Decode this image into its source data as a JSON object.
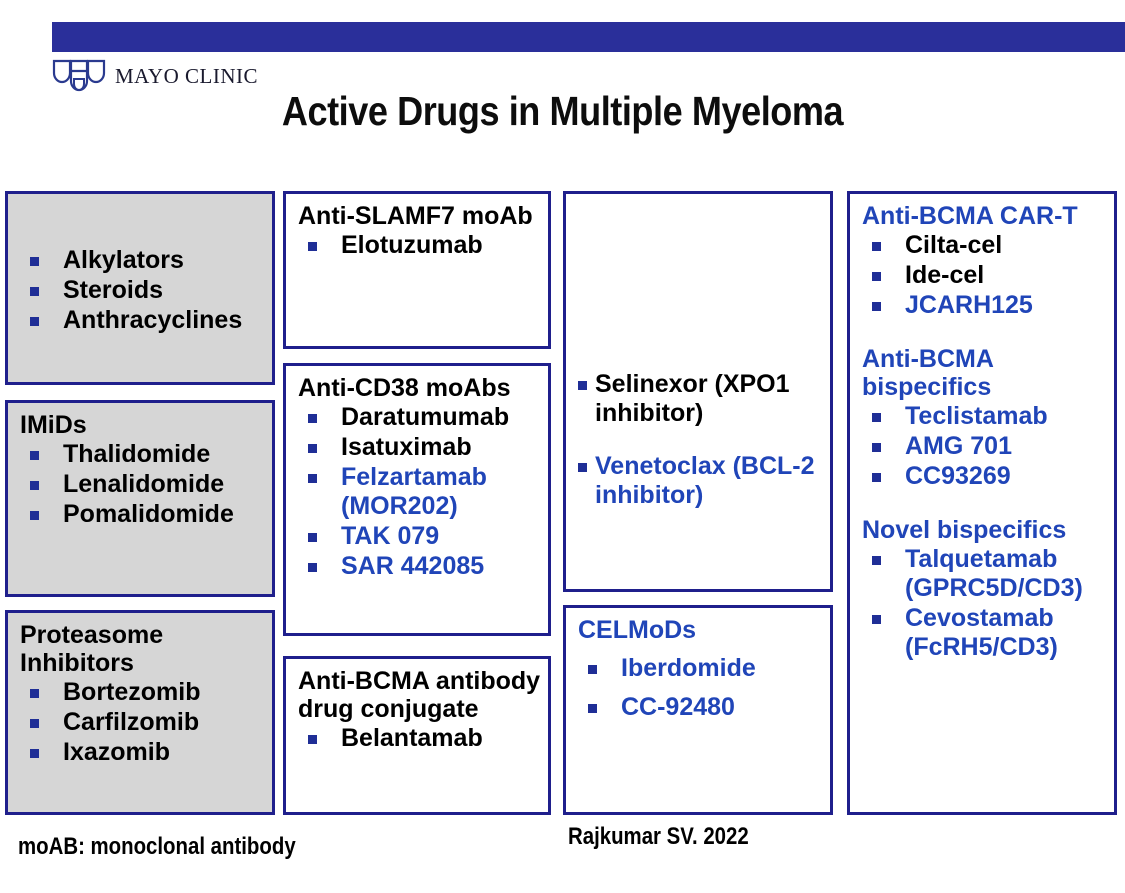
{
  "header": {
    "logo_text": "MAYO CLINIC",
    "title": "Active Drugs in Multiple Myeloma"
  },
  "footer": {
    "abbreviation_note": "moAB: monoclonal antibody",
    "citation": "Rajkumar SV. 2022"
  },
  "colors": {
    "top_bar": "#2A2F9A",
    "box_border": "#1F1F8C",
    "box_gray_fill": "#D6D6D6",
    "investigational_blue": "#2045B8",
    "approved_black": "#000000"
  },
  "columns": [
    {
      "name": "conventional-agents",
      "boxes": [
        {
          "name": "chemotherapy-classes",
          "filled": true,
          "header": "",
          "items": [
            {
              "label": "Alkylators",
              "blue": false
            },
            {
              "label": "Steroids",
              "blue": false
            },
            {
              "label": "Anthracyclines",
              "blue": false
            }
          ]
        },
        {
          "name": "imids",
          "filled": true,
          "header": "IMiDs",
          "header_blue": false,
          "items": [
            {
              "label": "Thalidomide",
              "blue": false
            },
            {
              "label": "Lenalidomide",
              "blue": false
            },
            {
              "label": "Pomalidomide",
              "blue": false
            }
          ]
        },
        {
          "name": "proteasome-inhibitors",
          "filled": true,
          "header": "Proteasome Inhibitors",
          "header_blue": false,
          "items": [
            {
              "label": "Bortezomib",
              "blue": false
            },
            {
              "label": "Carfilzomib",
              "blue": false
            },
            {
              "label": "Ixazomib",
              "blue": false
            }
          ]
        }
      ]
    },
    {
      "name": "monoclonal-antibodies",
      "boxes": [
        {
          "name": "anti-slamf7-moab",
          "filled": false,
          "header": "Anti-SLAMF7 moAb",
          "header_blue": false,
          "items": [
            {
              "label": "Elotuzumab",
              "blue": false
            }
          ]
        },
        {
          "name": "anti-cd38-moabs",
          "filled": false,
          "header": "Anti-CD38 moAbs",
          "header_blue": false,
          "items": [
            {
              "label": "Daratumumab",
              "blue": false
            },
            {
              "label": "Isatuximab",
              "blue": false
            },
            {
              "label": "Felzartamab (MOR202)",
              "blue": true
            },
            {
              "label": "TAK 079",
              "blue": true
            },
            {
              "label": "SAR 442085",
              "blue": true
            }
          ]
        },
        {
          "name": "anti-bcma-adc",
          "filled": false,
          "header": "Anti-BCMA antibody drug conjugate",
          "header_blue": false,
          "items": [
            {
              "label": "Belantamab",
              "blue": false
            }
          ]
        }
      ]
    },
    {
      "name": "small-molecules",
      "boxes": [
        {
          "name": "nuclear-export-and-bcl2",
          "filled": false,
          "header": "",
          "items": [
            {
              "label": "Selinexor (XPO1 inhibitor)",
              "blue": false,
              "tight": true
            },
            {
              "label": "Venetoclax (BCL-2 inhibitor)",
              "blue": true,
              "tight": true
            }
          ]
        },
        {
          "name": "celmods",
          "filled": false,
          "header": "CELMoDs",
          "header_blue": true,
          "items": [
            {
              "label": "Iberdomide",
              "blue": true
            },
            {
              "label": "CC-92480",
              "blue": true
            }
          ]
        }
      ]
    },
    {
      "name": "immunotherapy",
      "boxes": [
        {
          "name": "bcma-immunotherapies",
          "filled": false,
          "sections": [
            {
              "name": "anti-bcma-car-t",
              "header": "Anti-BCMA CAR-T",
              "header_blue": true,
              "items": [
                {
                  "label": "Cilta-cel",
                  "blue": false
                },
                {
                  "label": "Ide-cel",
                  "blue": false
                },
                {
                  "label": "JCARH125",
                  "blue": true
                }
              ]
            },
            {
              "name": "anti-bcma-bispecifics",
              "header": "Anti-BCMA bispecifics",
              "header_blue": true,
              "items": [
                {
                  "label": "Teclistamab",
                  "blue": true
                },
                {
                  "label": "AMG 701",
                  "blue": true
                },
                {
                  "label": "CC93269",
                  "blue": true
                }
              ]
            },
            {
              "name": "novel-bispecifics",
              "header": "Novel bispecifics",
              "header_blue": true,
              "items": [
                {
                  "label": "Talquetamab (GPRC5D/CD3)",
                  "blue": true
                },
                {
                  "label": "Cevostamab (FcRH5/CD3)",
                  "blue": true
                }
              ]
            }
          ]
        }
      ]
    }
  ]
}
